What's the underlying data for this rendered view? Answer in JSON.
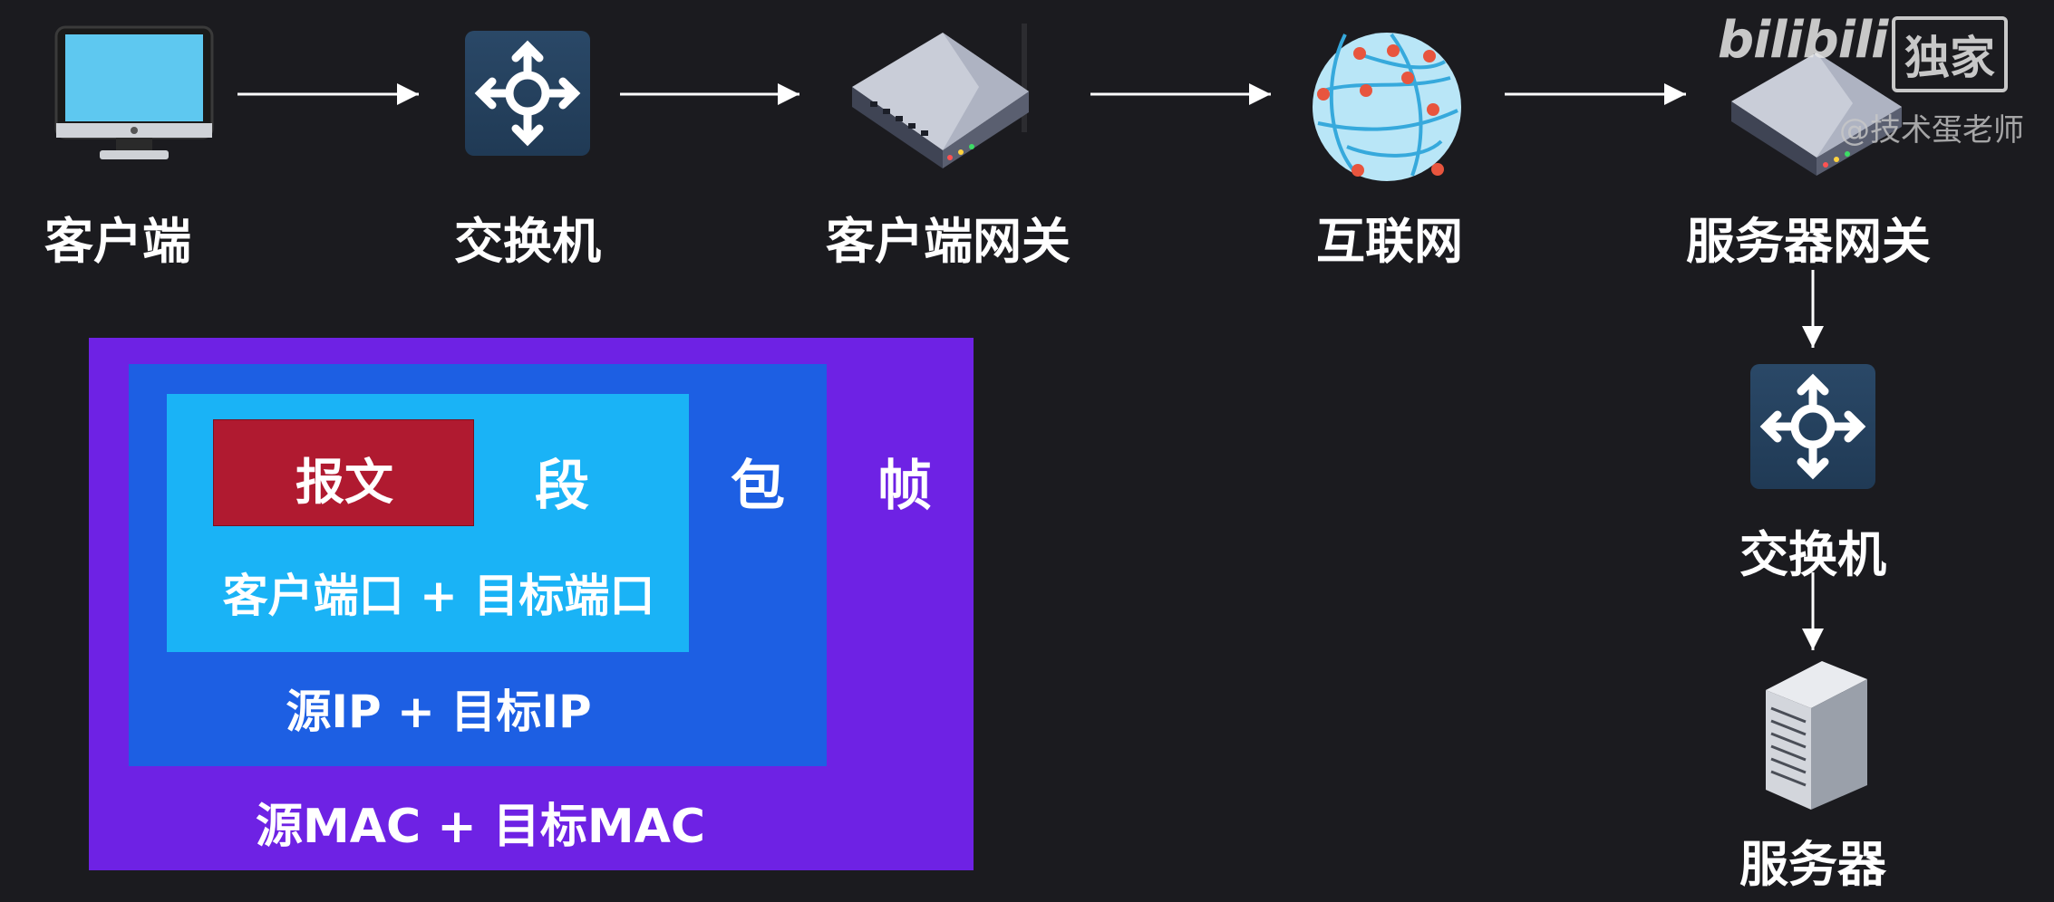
{
  "nodes": {
    "client": "客户端",
    "switch1": "交换机",
    "client_gateway": "客户端网关",
    "internet": "互联网",
    "server_gateway": "服务器网关",
    "switch2": "交换机",
    "server": "服务器"
  },
  "encapsulation": {
    "message": "报文",
    "segment": "段",
    "packet": "包",
    "frame": "帧",
    "ports": "客户端口 + 目标端口",
    "ips": "源IP + 目标IP",
    "macs": "源MAC + 目标MAC"
  },
  "watermark": {
    "brand": "bilibili",
    "badge": "独家",
    "author": "@技术蛋老师"
  },
  "colors": {
    "background": "#1b1b1f",
    "frame": "#6e22e4",
    "packet": "#1d5fe3",
    "segment": "#1ab3f6",
    "message": "#b01a30"
  },
  "icons": [
    "monitor-icon",
    "switch-icon",
    "gateway-icon",
    "globe-icon",
    "server-icon"
  ]
}
